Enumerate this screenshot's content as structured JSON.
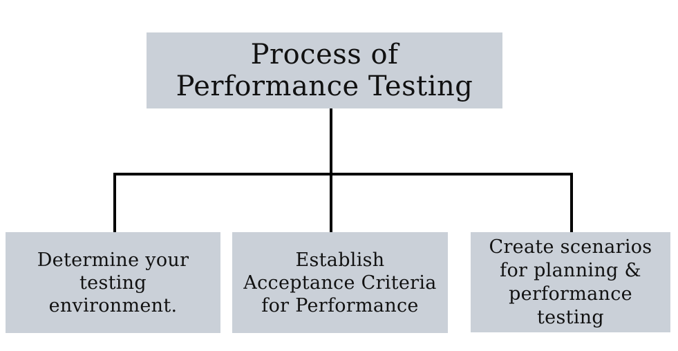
{
  "diagram": {
    "root": {
      "label": "Process of\nPerformance Testing"
    },
    "children": [
      {
        "label": "Determine your\ntesting\nenvironment."
      },
      {
        "label": "Establish\nAcceptance Criteria\nfor Performance"
      },
      {
        "label": "Create scenarios\nfor planning &\nperformance\ntesting"
      }
    ],
    "colors": {
      "box_fill": "#cad0d8",
      "text": "#111111",
      "connector": "#000000"
    }
  }
}
